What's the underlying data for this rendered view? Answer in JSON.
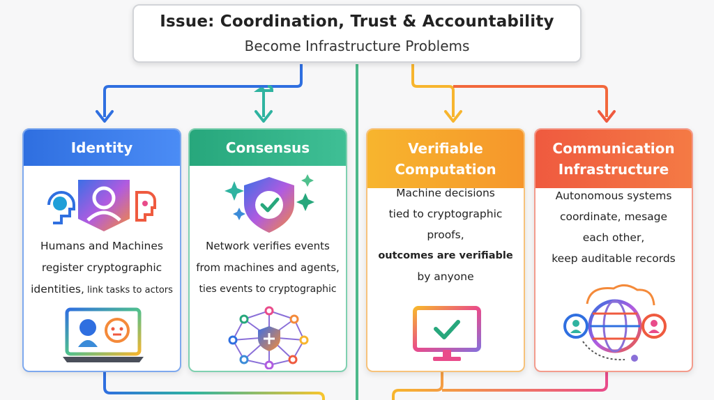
{
  "header": {
    "title": "Issue: Coordination, Trust & Accountability",
    "subtitle": "Become Infrastructure Problems"
  },
  "cards": [
    {
      "title_lines": [
        "Identity"
      ],
      "desc": {
        "l1": "Humans and Machines",
        "l2": "register cryptographic",
        "l3a": "identities,",
        "l3b": " link tasks to actors"
      },
      "icons": [
        "human-robot-identity-icon",
        "identity-laptop-icon"
      ]
    },
    {
      "title_lines": [
        "Consensus"
      ],
      "desc": {
        "l1": "Network verifies events",
        "l2": "from machines and agents,",
        "l3": "ties events to cryptographic"
      },
      "icons": [
        "shield-check-icon",
        "network-shield-icon"
      ]
    },
    {
      "title_lines": [
        "Verifiable",
        "Computation"
      ],
      "desc": {
        "l1": "Machine decisions",
        "l2": "tied to cryptographic",
        "l3": "proofs,",
        "l4": "outcomes are verifiable",
        "l5": "by anyone"
      },
      "icons": [
        "monitor-check-icon"
      ]
    },
    {
      "title_lines": [
        "Communication",
        "Infrastructure"
      ],
      "desc": {
        "l1": "Autonomous systems",
        "l2": "coordinate, mesage",
        "l3": "each other,",
        "l4": "keep auditable records"
      },
      "icons": [
        "globe-network-icon"
      ]
    }
  ],
  "colors": {
    "blue": "#2f6fe0",
    "green": "#27a77c",
    "yellow": "#f7b52e",
    "red": "#ef5a3f",
    "divider": "#4cb98a"
  }
}
